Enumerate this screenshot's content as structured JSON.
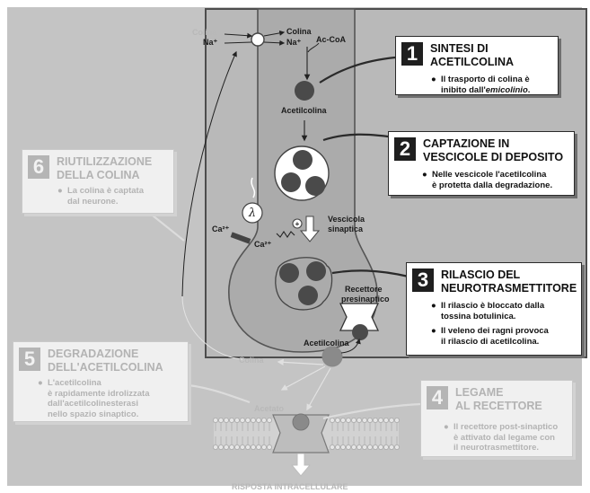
{
  "labels": {
    "colina_out": "Colina",
    "na_out": "Na⁺",
    "colina_in": "Colina",
    "na_in": "Na⁺",
    "ac_coa": "Ac-CoA",
    "acetilcolina_top": "Acetilcolina",
    "vescicola_1": "Vescicola",
    "vescicola_2": "sinaptica",
    "ca_channel": "Ca²⁺",
    "ca_in": "Ca²⁺",
    "recettore_1": "Recettore",
    "recettore_2": "presinaptico",
    "acetilcolina_cleft": "Acetilcolina",
    "colina_cleft": "Colina",
    "acetato": "Acetato",
    "risposta": "RISPOSTA INTRACELLULARE"
  },
  "steps": [
    {
      "number": "1",
      "title": "SINTESI DI\nACETILCOLINA",
      "text": "Il trasporto di colina è\ninibito dall'",
      "text_em": "emicolinio",
      "text_end": ".",
      "state": "active"
    },
    {
      "number": "2",
      "title": "CAPTAZIONE IN\nVESCICOLE DI DEPOSITO",
      "text": "Nelle vescicole l'acetilcolina\nè protetta dalla degradazione.",
      "state": "active"
    },
    {
      "number": "3",
      "title": "RILASCIO DEL\nNEUROTRASMETTITORE",
      "text": "Il rilascio è bloccato dalla\ntossina botulinica.",
      "text2": "Il veleno dei ragni provoca\nil rilascio di acetilcolina.",
      "state": "active"
    },
    {
      "number": "4",
      "title": "LEGAME\nAL RECETTORE",
      "text": "Il recettore post-sinaptico\nè attivato dal legame con\nil neurotrasmettitore.",
      "state": "faded"
    },
    {
      "number": "5",
      "title": "DEGRADAZIONE\nDELL'ACETILCOLINA",
      "text": "L'acetilcolina\nè rapidamente idrolizzata\ndall'acetilcolinesterasi\nnello spazio sinaptico.",
      "state": "faded"
    },
    {
      "number": "6",
      "title": "RIUTILIZZAZIONE\nDELLA COLINA",
      "text": "La colina è captata\ndal neurone.",
      "state": "faded"
    }
  ],
  "colors": {
    "background": "#c4c4c4",
    "neuron": "#ababab",
    "neuron_border": "#555555",
    "dark_molecule": "#4a4a4a",
    "active_box": "#ffffff",
    "faded_box": "#f0f0f0"
  }
}
